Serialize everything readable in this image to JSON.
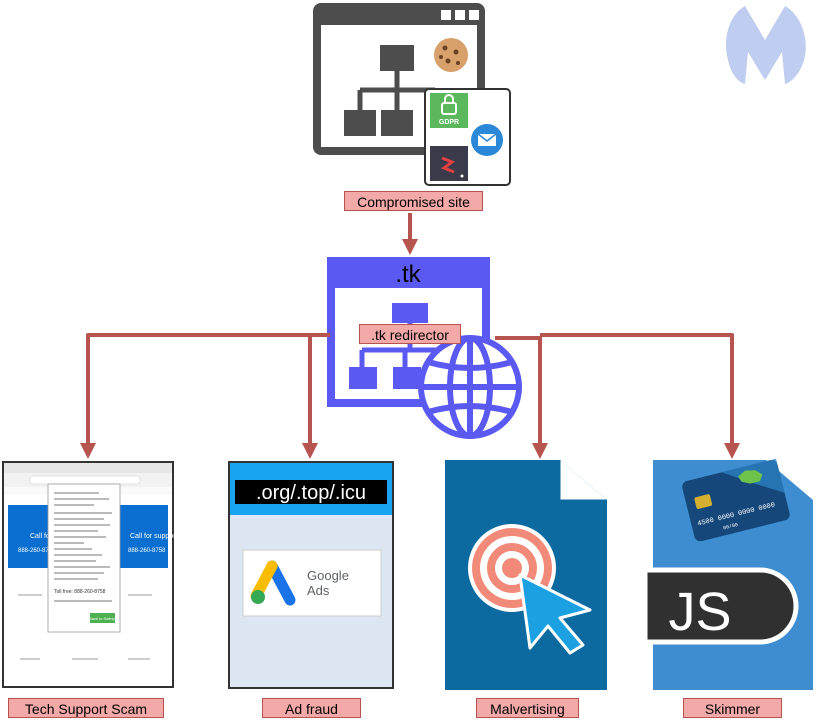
{
  "labels": {
    "compromised_site": "Compromised site",
    "redirector": ".tk redirector",
    "tech_support": "Tech Support Scam",
    "ad_fraud": "Ad fraud",
    "malvertising": "Malvertising",
    "skimmer": "Skimmer"
  },
  "redirector_domain": ".tk",
  "gdpr_badge": "GDPR",
  "ad_fraud_domains": ".org/.top/.icu",
  "google_ads": {
    "line1": "Google",
    "line2": "Ads"
  },
  "skimmer_card": {
    "number": "4500 0000 0000 0000",
    "name": "00/00"
  },
  "skimmer_js": "JS",
  "tech_support_page": {
    "call_text_left": "Call for support",
    "call_number_left": "888-260-8758",
    "call_text_right": "Call for support",
    "call_number_right": "888-260-8758",
    "dialog_call": "Toll free: 888-260-8758",
    "dialog_button": "Back to Safety"
  },
  "colors": {
    "arrow": "#b85450",
    "label_fill": "#f4a9a9",
    "redirector_blue": "#5a5af2",
    "site_gray": "#4d4d4d",
    "malvertising_blue": "#0c6aa0",
    "skimmer_blue": "#3d8dd0",
    "ad_blue": "#1aa3f0"
  }
}
